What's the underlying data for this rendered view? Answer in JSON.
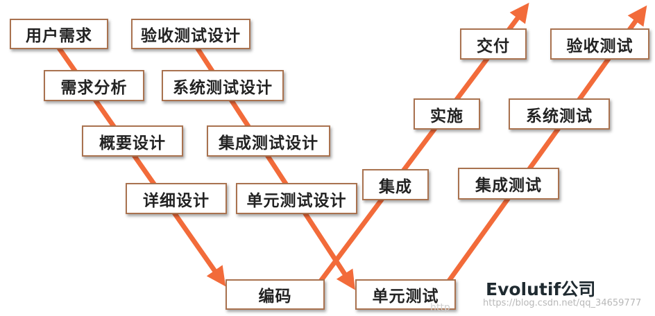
{
  "colors": {
    "arrow": "#f26b3a",
    "box_border": "#a9724f",
    "text": "#222222"
  },
  "left_arm": {
    "requirements": "用户需求",
    "analysis": "需求分析",
    "overview": "概要设计",
    "detail": "详细设计"
  },
  "test_design": {
    "acceptance": "验收测试设计",
    "system": "系统测试设计",
    "integration": "集成测试设计",
    "unit": "单元测试设计"
  },
  "bottom": {
    "coding": "编码",
    "unit_test": "单元测试"
  },
  "delivery_arm": {
    "integration": "集成",
    "implementation": "实施",
    "delivery": "交付"
  },
  "test_arm": {
    "integration_test": "集成测试",
    "system_test": "系统测试",
    "acceptance_test": "验收测试"
  },
  "company": "Evolutif公司",
  "watermark": "https://blog.csdn.net/qq_34659777",
  "watermark_faint": "http"
}
